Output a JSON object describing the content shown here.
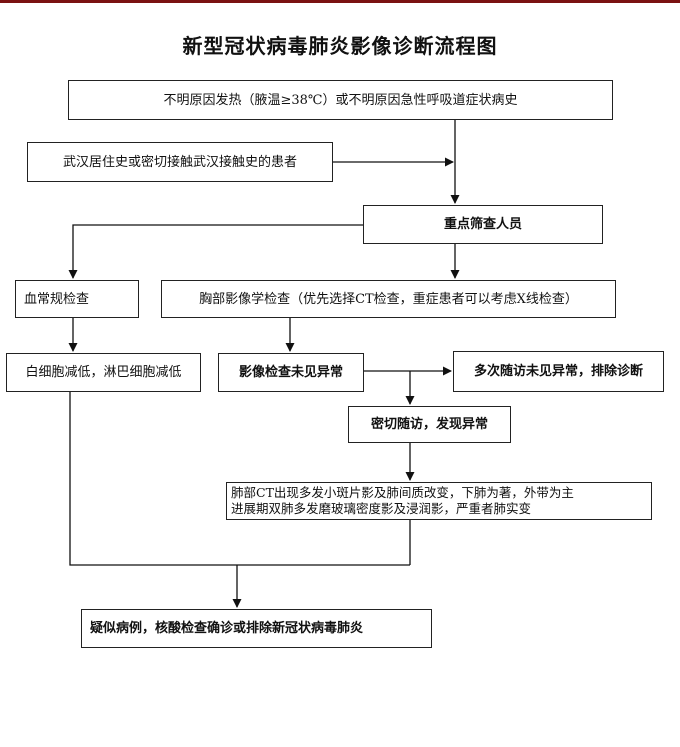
{
  "title": "新型冠状病毒肺炎影像诊断流程图",
  "nodes": {
    "fever_history": "不明原因发热（腋温≥38℃）或不明原因急性呼吸道症状病史",
    "wuhan_contact": "武汉居住史或密切接触武汉接触史的患者",
    "key_screening": "重点筛查人员",
    "blood_routine": "血常规检查",
    "chest_imaging": "胸部影像学检查（优先选择CT检查，重症患者可以考虑X线检查）",
    "low_cells": "白细胞减低，淋巴细胞减低",
    "imaging_normal": "影像检查未见异常",
    "exclude_diagnosis": "多次随访未见异常，排除诊断",
    "followup_abnormal": "密切随访，发现异常",
    "ct_findings_line1": "肺部CT出现多发小斑片影及肺间质改变，下肺为著，外带为主",
    "ct_findings_line2": "进展期双肺多发磨玻璃密度影及浸润影，严重者肺实变",
    "suspected_case": "疑似病例，核酸检查确诊或排除新冠状病毒肺炎"
  }
}
